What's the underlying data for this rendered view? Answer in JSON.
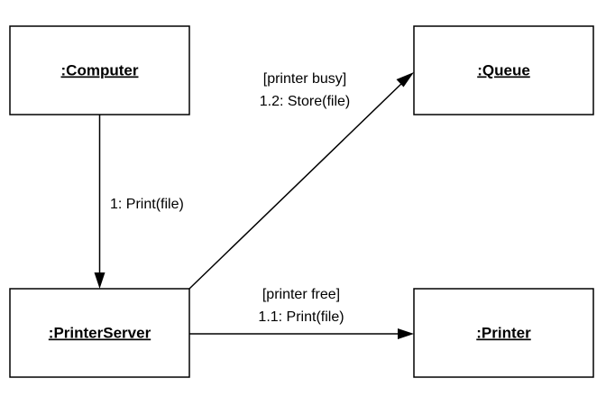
{
  "diagram": {
    "objects": {
      "computer": ":Computer",
      "queue": ":Queue",
      "printer_server": ":PrinterServer",
      "printer": ":Printer"
    },
    "messages": {
      "print_request": "1: Print(file)",
      "store_guard": "[printer busy]",
      "store": "1.2: Store(file)",
      "print_guard": "[printer free]",
      "print": "1.1: Print(file)"
    }
  }
}
